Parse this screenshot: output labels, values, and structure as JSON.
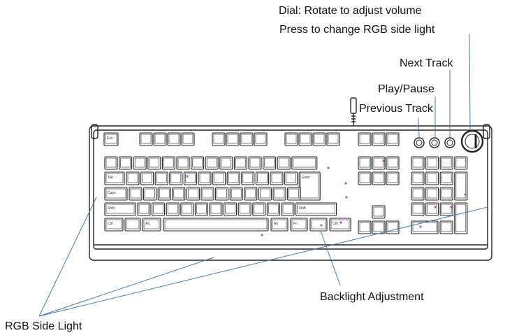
{
  "callouts": {
    "dial_line1": "Dial: Rotate to adjust volume",
    "dial_line2": "Press to change RGB side light",
    "next_track": "Next Track",
    "play_pause": "Play/Pause",
    "previous_track": "Previous Track",
    "backlight": "Backlight Adjustment",
    "rgb_side_light": "RGB Side Light"
  },
  "keycaps": {
    "esc": "Esc",
    "caps": "Caps",
    "shift": "Shift",
    "ctrl": "Ctrl",
    "alt": "Alt",
    "tab": "Tab",
    "enter": "Enter",
    "fn": "Fn"
  },
  "colors": {
    "outline": "#222222",
    "callout_line": "#4a7aa8",
    "led": "#c050c0",
    "text": "#111111"
  }
}
